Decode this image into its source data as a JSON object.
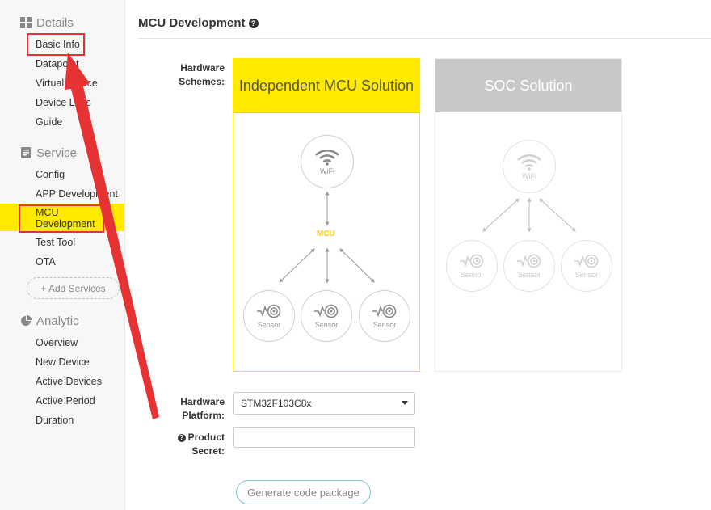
{
  "sidebar": {
    "sections": [
      {
        "title": "Details",
        "icon": "grid-icon",
        "items": [
          "Basic Info",
          "Datapoint",
          "Virtual Device",
          "Device Logs",
          "Guide"
        ]
      },
      {
        "title": "Service",
        "icon": "service-icon",
        "items": [
          "Config",
          "APP Development",
          "MCU Development",
          "Test Tool",
          "OTA"
        ]
      },
      {
        "title": "Analytic",
        "icon": "pie-chart-icon",
        "items": [
          "Overview",
          "New Device",
          "Active Devices",
          "Active Period",
          "Duration"
        ]
      }
    ],
    "add_services": "+ Add Services",
    "mcu_line1": "MCU",
    "mcu_line2": "Development"
  },
  "main": {
    "title": "MCU Development",
    "hardware_schemes_label_1": "Hardware",
    "hardware_schemes_label_2": "Schemes:",
    "mcu_card": {
      "title": "Independent MCU Solution",
      "wifi": "WiFi",
      "mcu": "MCU",
      "sensor": "Sensor"
    },
    "soc_card": {
      "title": "SOC Solution",
      "wifi": "WiFi",
      "sensor": "Sensor"
    },
    "platform_label_1": "Hardware",
    "platform_label_2": "Platform:",
    "platform_value": "STM32F103C8x",
    "secret_label_1": "Product",
    "secret_label_2": "Secret:",
    "secret_value": "",
    "generate_button": "Generate code package"
  },
  "colors": {
    "accent_yellow": "#ffea00",
    "highlight_red": "#e63232",
    "button_border": "#7ec5d4"
  }
}
